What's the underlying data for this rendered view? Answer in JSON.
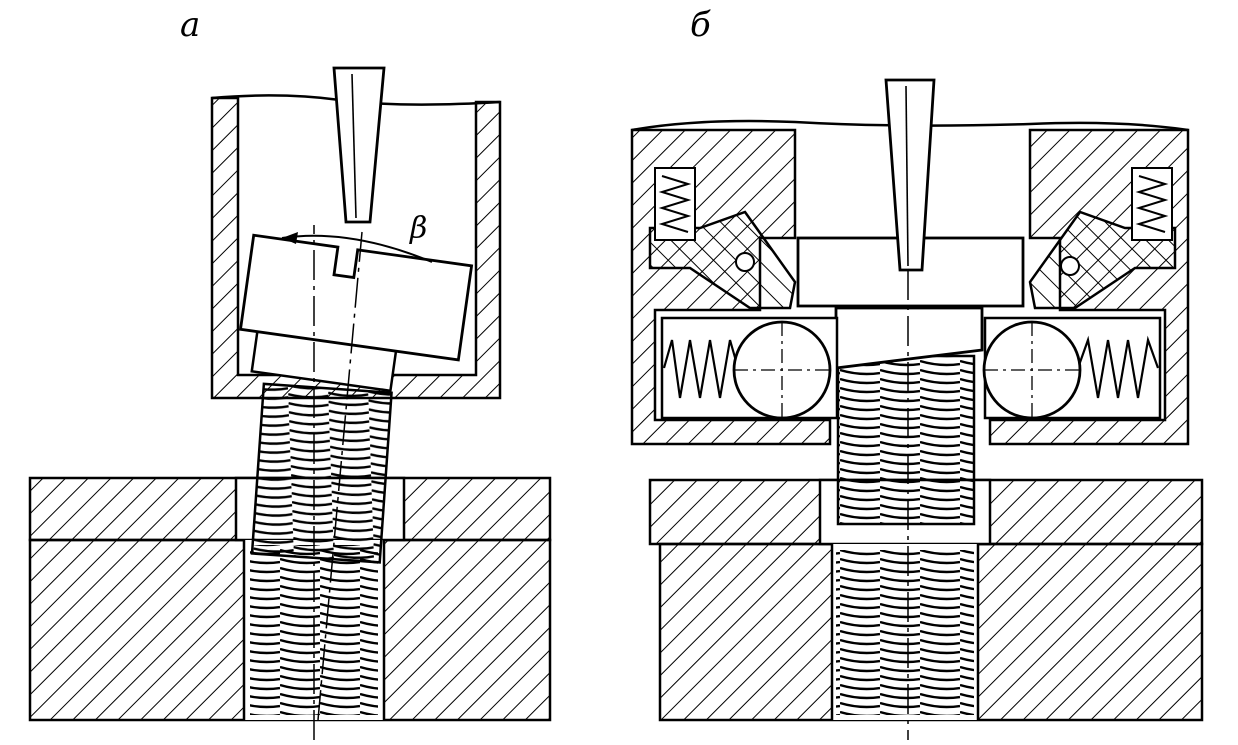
{
  "figure": {
    "panel_left_label": "а",
    "panel_right_label": "б",
    "angle_label": "β"
  },
  "colors": {
    "ink": "#000000",
    "paper": "#ffffff"
  }
}
